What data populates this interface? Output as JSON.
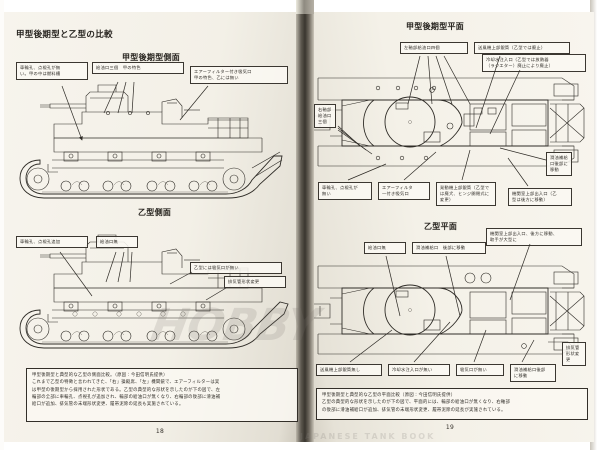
{
  "document": {
    "type": "scanned-book-spread",
    "language": "ja",
    "left_page_number": "18",
    "right_page_number": "19",
    "watermark_text": "HOBBY",
    "watermark_subtext": "JAPANESE TANK BOOK"
  },
  "left_page": {
    "heading": "甲型後期型と乙型の比較",
    "figures": [
      {
        "title": "甲型後期型側面",
        "notes": [
          {
            "id": "ko-side-n1",
            "text": "車輪孔、点視孔が無\nい。甲の中は燃料槽"
          },
          {
            "id": "ko-side-n2",
            "text": "給油口三個　甲の特色"
          },
          {
            "id": "ko-side-n3",
            "text": "エアーフィルター付き吸気口\n甲の特色、乙には無い"
          }
        ]
      },
      {
        "title": "乙型側面",
        "notes": [
          {
            "id": "otsu-side-n1",
            "text": "車輪孔、点視孔追加"
          },
          {
            "id": "otsu-side-n2",
            "text": "給油口無"
          },
          {
            "id": "otsu-side-n3",
            "text": "乙型には吸気口が無い"
          },
          {
            "id": "otsu-side-n4",
            "text": "排気管形状変更"
          }
        ]
      }
    ],
    "caption": "甲型後期型と典型的な乙型の側面比較。（原図：今田信明氏提供）\nこれまで乙型の特徴と言われてきた、「右」操縦席、「左」機関銃で、エアーフィルターは実\nは甲型の後期型から採用された形状である。乙型の典型的な形状を示したのが下の図で、左\n輪部の全部に車輪孔、点視孔が追加され、輪部の給油口が無くなり、右輪部の後部に滑油補\n給口が追加、排気管の末端形状変更、履帯泥除の延長も実施されている。"
  },
  "right_page": {
    "figures": [
      {
        "title": "甲型後期型平面",
        "notes": [
          {
            "id": "ko-plan-n1",
            "text": "左軸部給油口四個"
          },
          {
            "id": "ko-plan-n2",
            "text": "送風機上部銀筒（乙型では廃止）"
          },
          {
            "id": "ko-plan-n3",
            "text": "冷却水注入口（乙型では放熱器\n（ラジエター）廃止により廃止）"
          },
          {
            "id": "ko-plan-n4",
            "text": "右軸部\n給油口\n三個"
          },
          {
            "id": "ko-plan-n5",
            "text": "滑油補給\n口後部に\n移動"
          },
          {
            "id": "ko-plan-n6",
            "text": "車輪孔、点視孔が\n無い"
          },
          {
            "id": "ko-plan-n7",
            "text": "エアーフィルタ\n一付き吸気口"
          },
          {
            "id": "ko-plan-n8",
            "text": "発動機上部銀筒（乙型で\nは廃犬、ヒンジ開閉式に\n変更）"
          },
          {
            "id": "ko-plan-n9",
            "text": "機関室上部出入口（乙\n型は後方に移動）"
          }
        ]
      },
      {
        "title": "乙型平面",
        "notes": [
          {
            "id": "otsu-plan-n1",
            "text": "給油口無"
          },
          {
            "id": "otsu-plan-n2",
            "text": "滑油補給口　後部に移動"
          },
          {
            "id": "otsu-plan-n3",
            "text": "機関室上部出入口、後方に移動、\n取手が大型に"
          },
          {
            "id": "otsu-plan-n4",
            "text": "送風機上部銀筒無し"
          },
          {
            "id": "otsu-plan-n5",
            "text": "冷却水注入口が無い"
          },
          {
            "id": "otsu-plan-n6",
            "text": "吸気口が無い"
          },
          {
            "id": "otsu-plan-n7",
            "text": "滑油補給口後部\nに移動"
          },
          {
            "id": "otsu-plan-n8",
            "text": "排気管\n形状変\n更"
          }
        ]
      }
    ],
    "caption": "甲型後期型と典型的な乙型の平面比較（原図：今田信明氏提供）\n乙型の典型的な形状を示したのが下の図で、平面的には、輪部の給油口が無くなり、右軸部\nの後部に滑油補給口が追加、排気管の末端形状変更、履帯泥除の延長が実施されている。"
  }
}
